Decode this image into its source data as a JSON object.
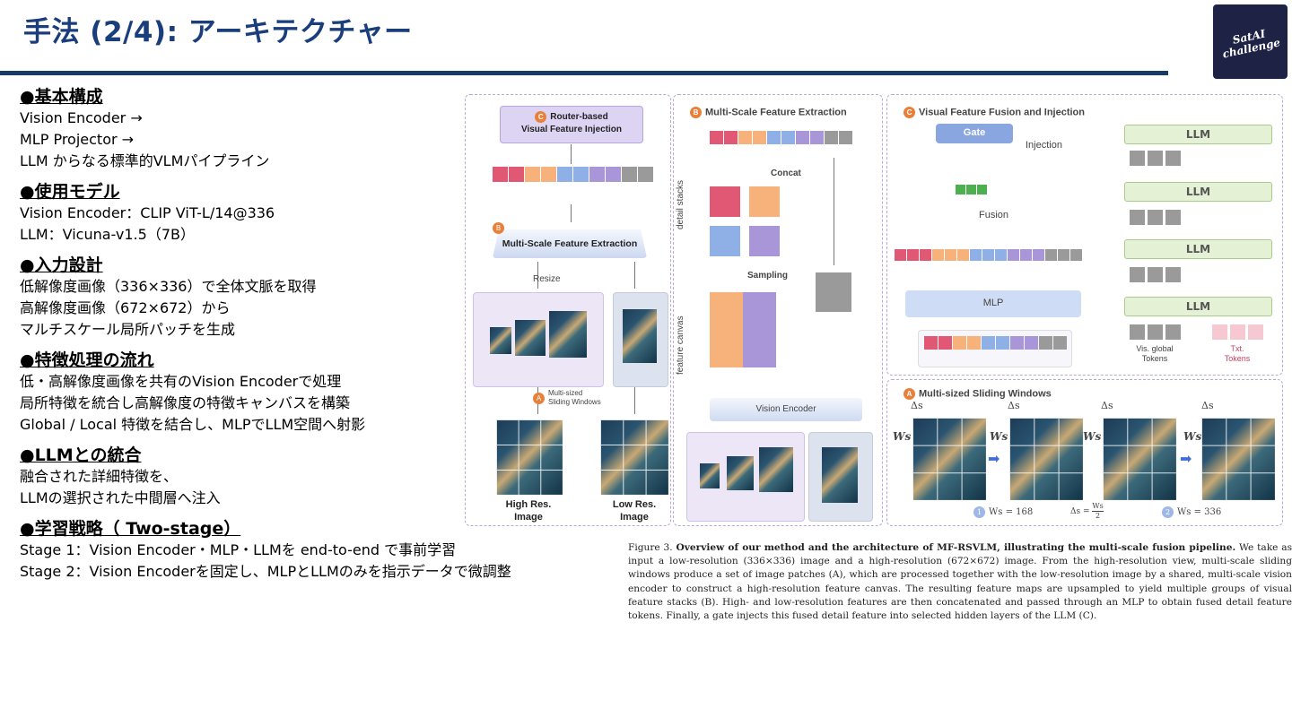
{
  "title": "手法 (2/4): アーキテクチャー",
  "logo": {
    "line1": "SatAI",
    "line2": "challenge"
  },
  "sections": [
    {
      "heading": "●基本構成",
      "lines": [
        "Vision Encoder →",
        "MLP Projector →",
        "LLM からなる標準的VLMパイプライン"
      ]
    },
    {
      "heading": "●使用モデル",
      "lines": [
        "Vision Encoder：CLIP ViT-L/14@336",
        "LLM：Vicuna-v1.5（7B）"
      ]
    },
    {
      "heading": "●入力設計",
      "lines": [
        "低解像度画像（336×336）で全体文脈を取得",
        "高解像度画像（672×672）から",
        "マルチスケール局所パッチを生成"
      ]
    },
    {
      "heading": "●特徴処理の流れ",
      "lines": [
        "低・高解像度画像を共有のVision Encoderで処理",
        "局所特徴を統合し高解像度の特徴キャンバスを構築",
        "Global / Local 特徴を結合し、MLPでLLM空間へ射影"
      ]
    },
    {
      "heading": "●LLMとの統合",
      "lines": [
        "融合された詳細特徴を、",
        "LLMの選択された中間層へ注入"
      ]
    },
    {
      "heading": "●学習戦略（ Two-stage）",
      "lines": [
        "Stage 1：Vision Encoder・MLP・LLMを end-to-end で事前学習",
        "Stage 2：Vision Encoderを固定し、MLPとLLMのみを指示データで微調整"
      ]
    }
  ],
  "figure": {
    "p1": {
      "badge_c": "C",
      "router": "Router-based\nVisual Feature Injection",
      "badge_b": "B",
      "msfe": "Multi-Scale Feature Extraction",
      "resize": "Resize",
      "badge_a": "A",
      "sliding": "Multi-sized\nSliding Windows",
      "high": "High Res.\nImage",
      "low": "Low Res.\nImage"
    },
    "p2": {
      "badge": "B",
      "title": "Multi-Scale Feature Extraction",
      "concat": "Concat",
      "detail": "detail stacks",
      "sampling": "Sampling",
      "canvas": "feature canvas",
      "encoder": "Vision Encoder"
    },
    "p3": {
      "badge": "C",
      "title": "Visual Feature Fusion and Injection",
      "gate": "Gate",
      "injection": "Injection",
      "fusion": "Fusion",
      "mlp": "MLP",
      "llm": [
        "LLM",
        "LLM",
        "LLM",
        "LLM"
      ],
      "vis": "Vis. global\nTokens",
      "txt": "Txt.\nTokens"
    },
    "p4": {
      "badge": "A",
      "title": "Multi-sized Sliding Windows",
      "delta": "Δs",
      "ws": "Ws",
      "ws168": "Ws = 168",
      "ws336": "Ws = 336",
      "formula_lhs": "Δs =",
      "formula_num": "Ws",
      "formula_den": "2",
      "n1": "1",
      "n2": "2"
    },
    "colors": {
      "red": "#e05873",
      "orange": "#f7b27c",
      "blue": "#8fb0e6",
      "purple": "#a996d9",
      "gray": "#9a9a9a",
      "green": "#4caf50"
    }
  },
  "caption": {
    "label": "Figure 3.",
    "bold": "Overview of our method and the architecture of MF-RSVLM, illustrating the multi-scale fusion pipeline.",
    "text": "We take as input a low-resolution (336×336) image and a high-resolution (672×672) image. From the high-resolution view, multi-scale sliding windows produce a set of image patches (A), which are processed together with the low-resolution image by a shared, multi-scale vision encoder to construct a high-resolution feature canvas. The resulting feature maps are upsampled to yield multiple groups of visual feature stacks (B). High- and low-resolution features are then concatenated and passed through an MLP to obtain fused detail feature tokens. Finally, a gate injects this fused detail feature into selected hidden layers of the LLM (C)."
  }
}
